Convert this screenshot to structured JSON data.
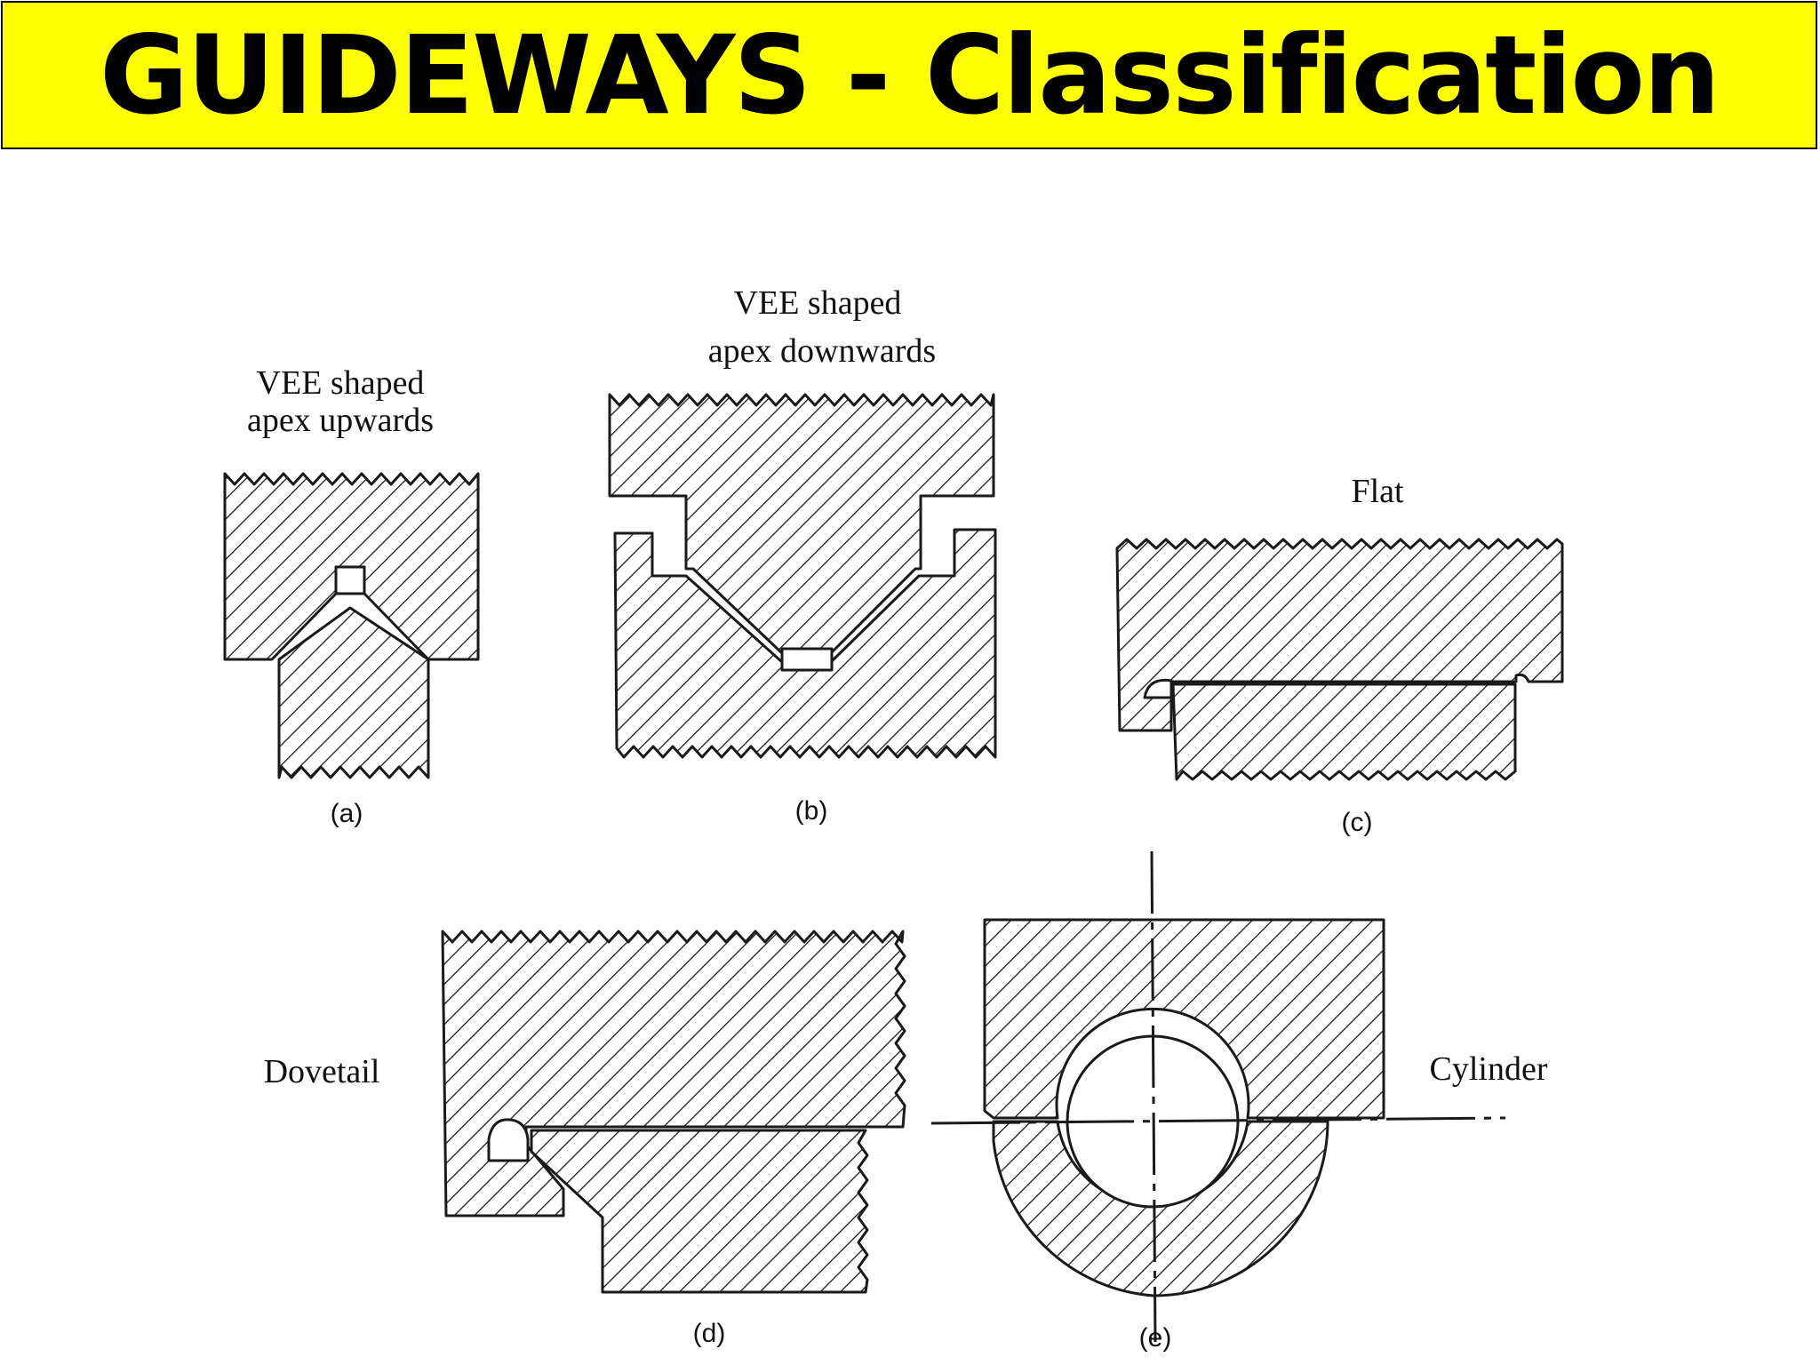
{
  "title": "GUIDEWAYS - Classification",
  "colors": {
    "title_background": "#ffff00",
    "title_text": "#000000",
    "hatch": "#1a1a1a",
    "background": "#ffffff"
  },
  "figures": {
    "a": {
      "caption": "(a)",
      "label_line1": "VEE shaped",
      "label_line2": "apex upwards"
    },
    "b": {
      "caption": "(b)",
      "label_line1": "VEE shaped",
      "label_line2": "apex downwards"
    },
    "c": {
      "caption": "(c)",
      "label": "Flat"
    },
    "d": {
      "caption": "(d)",
      "label": "Dovetail"
    },
    "e": {
      "caption": "(e)",
      "label": "Cylinder"
    }
  }
}
